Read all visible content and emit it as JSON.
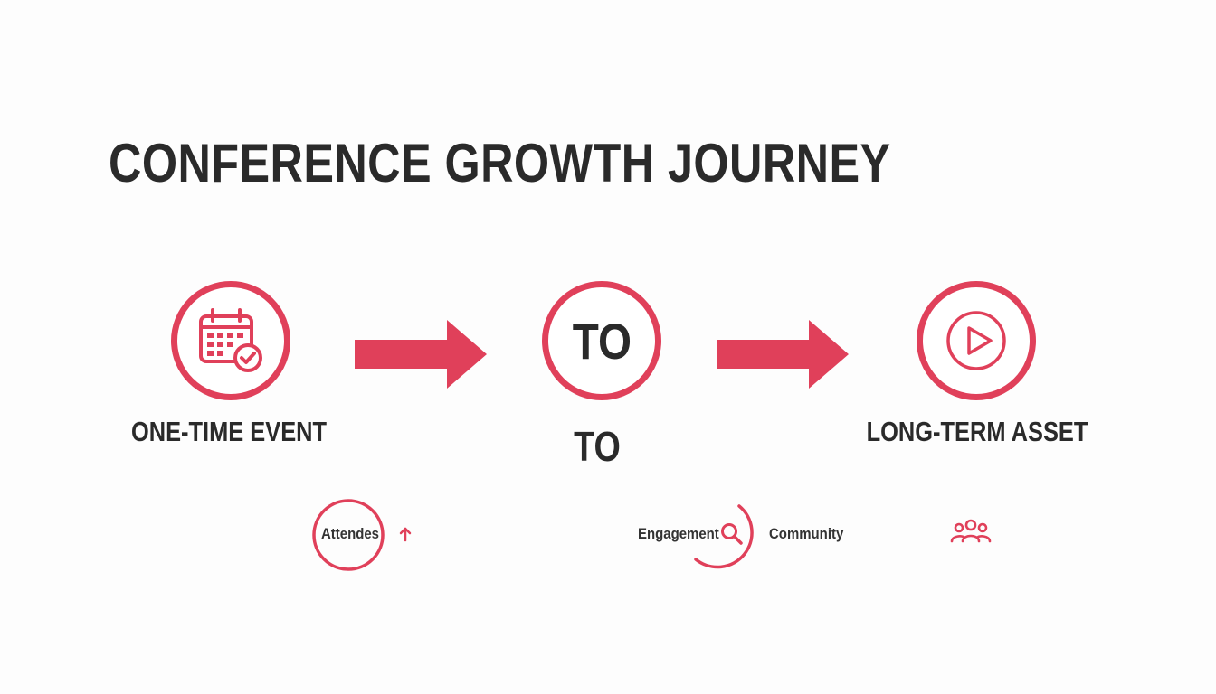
{
  "title": "CONFERENCE GROWTH JOURNEY",
  "stages": [
    {
      "label": "ONE-TIME EVENT",
      "icon": "calendar-check-icon"
    },
    {
      "label": "TO",
      "circle_text": "TO"
    },
    {
      "label": "LONG-TERM ASSET",
      "icon": "play-icon"
    }
  ],
  "metrics": {
    "attendees": "Attendes",
    "engagement": "Engagement",
    "community": "Community",
    "icons": [
      "arrow-up-icon",
      "search-icon",
      "people-icon"
    ]
  },
  "colors": {
    "accent": "#e0405a",
    "text": "#2a2a2a",
    "background": "#fdfdfd"
  }
}
